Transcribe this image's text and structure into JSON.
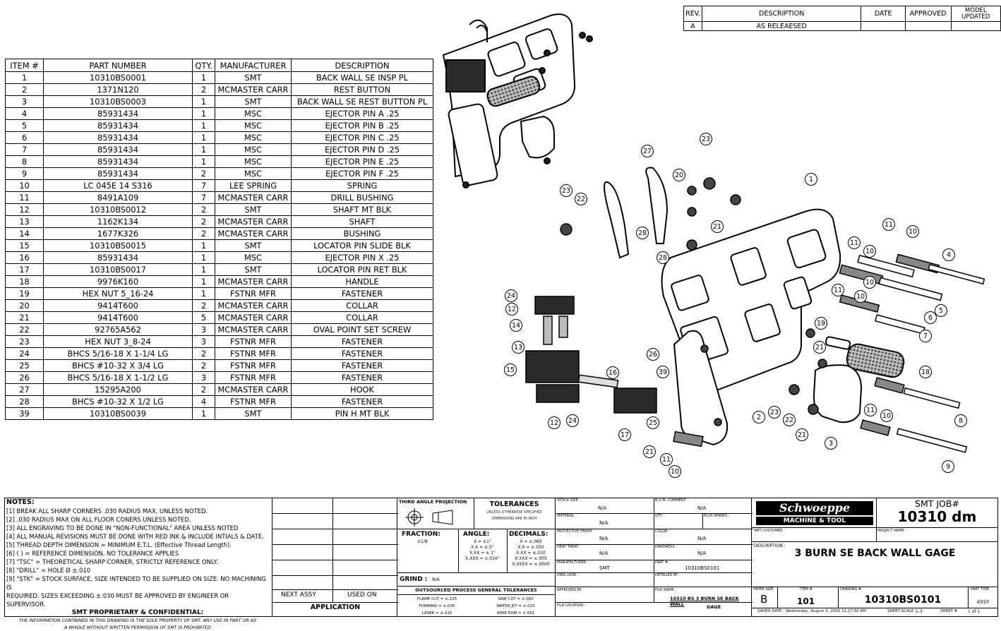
{
  "revision_table": {
    "headers": [
      "REV.",
      "DESCRIPTION",
      "DATE",
      "APPROVED",
      "MODEL UPDATED"
    ],
    "rows": [
      [
        "A",
        "AS RELEAESED",
        "",
        "",
        ""
      ]
    ]
  },
  "bom": {
    "headers": [
      "ITEM #",
      "PART NUMBER",
      "QTY.",
      "MANUFACTURER",
      "DESCRIPTION"
    ],
    "rows": [
      [
        "1",
        "10310BS0001",
        "1",
        "SMT",
        "BACK WALL SE INSP PL"
      ],
      [
        "2",
        "1371N120",
        "2",
        "MCMASTER CARR",
        "REST BUTTON"
      ],
      [
        "3",
        "10310BS0003",
        "1",
        "SMT",
        "BACK WALL SE REST BUTTON PL"
      ],
      [
        "4",
        "85931434",
        "1",
        "MSC",
        "EJECTOR PIN A .25"
      ],
      [
        "5",
        "85931434",
        "1",
        "MSC",
        "EJECTOR PIN B .25"
      ],
      [
        "6",
        "85931434",
        "1",
        "MSC",
        "EJECTOR PIN C .25"
      ],
      [
        "7",
        "85931434",
        "1",
        "MSC",
        "EJECTOR PIN D .25"
      ],
      [
        "8",
        "85931434",
        "1",
        "MSC",
        "EJECTOR PIN E .25"
      ],
      [
        "9",
        "85931434",
        "2",
        "MSC",
        "EJECTOR PIN F .25"
      ],
      [
        "10",
        "LC 045E 14 S316",
        "7",
        "LEE SPRING",
        "SPRING"
      ],
      [
        "11",
        "8491A109",
        "7",
        "MCMASTER CARR",
        "DRILL BUSHING"
      ],
      [
        "12",
        "10310BS0012",
        "2",
        "SMT",
        "SHAFT MT BLK"
      ],
      [
        "13",
        "1162K134",
        "2",
        "MCMASTER CARR",
        "SHAFT"
      ],
      [
        "14",
        "1677K326",
        "2",
        "MCMASTER CARR",
        "BUSHING"
      ],
      [
        "15",
        "10310BS0015",
        "1",
        "SMT",
        "LOCATOR PIN SLIDE BLK"
      ],
      [
        "16",
        "85931434",
        "1",
        "MSC",
        "EJECTOR PIN X .25"
      ],
      [
        "17",
        "10310BS0017",
        "1",
        "SMT",
        "LOCATOR PIN RET BLK"
      ],
      [
        "18",
        "9976K160",
        "1",
        "MCMASTER CARR",
        "HANDLE"
      ],
      [
        "19",
        "HEX NUT 5_16-24",
        "1",
        "FSTNR MFR",
        "FASTENER"
      ],
      [
        "20",
        "9414T600",
        "2",
        "MCMASTER CARR",
        "COLLAR"
      ],
      [
        "21",
        "9414T600",
        "5",
        "MCMASTER CARR",
        "COLLAR"
      ],
      [
        "22",
        "92765A562",
        "3",
        "MCMASTER CARR",
        "OVAL POINT SET SCREW"
      ],
      [
        "23",
        "HEX NUT 3_8-24",
        "3",
        "FSTNR MFR",
        "FASTENER"
      ],
      [
        "24",
        "BHCS 5/16-18 X 1-1/4 LG",
        "2",
        "FSTNR MFR",
        "FASTENER"
      ],
      [
        "25",
        "BHCS #10-32 X 3/4 LG",
        "2",
        "FSTNR MFR",
        "FASTENER"
      ],
      [
        "26",
        "BHCS 5/16-18 X 1-1/2 LG",
        "3",
        "FSTNR MFR",
        "FASTENER"
      ],
      [
        "27",
        "15295A200",
        "2",
        "MCMASTER CARR",
        "HOOK"
      ],
      [
        "28",
        "BHCS #10-32 X 1/2 LG",
        "4",
        "FSTNR MFR",
        "FASTENER"
      ],
      [
        "39",
        "10310BS0039",
        "1",
        "SMT",
        "PIN H MT BLK"
      ]
    ]
  },
  "callouts": [
    "1",
    "2",
    "3",
    "4",
    "5",
    "6",
    "7",
    "8",
    "9",
    "10",
    "10",
    "10",
    "10",
    "10",
    "10",
    "11",
    "11",
    "11",
    "11",
    "11",
    "12",
    "12",
    "13",
    "14",
    "15",
    "16",
    "17",
    "18",
    "19",
    "20",
    "21",
    "21",
    "21",
    "21",
    "22",
    "22",
    "23",
    "23",
    "23",
    "24",
    "24",
    "25",
    "26",
    "27",
    "28",
    "28",
    "39"
  ],
  "notes": {
    "heading": "NOTES:",
    "items": [
      "[1]  BREAK ALL SHARP CORNERS .030 RADIUS MAX, UNLESS NOTED.",
      "[2]  .030 RADIUS MAX ON ALL FLOOR CONERS UNLESS NOTED.",
      "[3]  ALL ENGRAVING TO BE DONE IN \"NON-FUNCTIONAL\" AREA UNLESS NOTED",
      "[4]  ALL MANUAL REVISIONS MUST BE DONE WITH RED INK & INCLUDE INTIALS & DATE.",
      "[5]  THREAD DEPTH DIMENSION = MINIMUM E.T.L. (Effective Thread Length).",
      "[6]  ( ) = REFERENCE DIMENSION, NO TOLERANCE APPLIES",
      "[7]  \"TSC\" = THEORETICAL SHARP CORNER, STRICTLY REFERENCE ONLY.",
      "[8]  \"DRILL\" = HOLE Ø ±.010",
      "[9]  \"STK\" = STOCK SURFACE, SIZE INTENDED TO BE SUPPLIED ON SIZE.  NO MACHINING IS",
      "REQUIRED.  SIZES EXCEEDING ±.030 MUST BE APPROVED BY ENGINEER OR SUPERVISOR."
    ],
    "proprietary": "SMT PROPRIETARY & CONFIDENTIAL:",
    "disclaimer_1": "THE INFORMATION CONTAINED IN THIS DRAWING IS THE SOLE PROPERTY OF SMT.  ANY USE IN PART OR AS",
    "disclaimer_2": "A WHOLE WITHOUT WRITTEN PERMISSION OF SMT IS PROHIBITED"
  },
  "application": {
    "next_assy": "NEXT ASSY",
    "used_on": "USED ON",
    "label": "APPLICATION"
  },
  "tolerances": {
    "projection": "THIRD ANGLE PROJECTION",
    "title": "TOLERANCES",
    "subtitle_1": "UNLESS OTHERWISE SPECIFIED",
    "subtitle_2": "DIMENSIONS ARE IN INCH",
    "fraction_label": "FRACTION:",
    "fraction_value": "±1/8",
    "angle_label": "ANGLE:",
    "angle_values": [
      "X = ±1°",
      "X.X = ±.5°",
      "X.XX = ±.1°",
      "X.XXX = ±.016°"
    ],
    "decimals_label": "DECIMALS:",
    "decimal_values": [
      "X = ±.060",
      "X.X = ±.030",
      "X.XX = ±.010",
      "X.XXX = ±.005",
      "X.XXXX = ±.0005"
    ],
    "grind_label": "GRIND :",
    "grind_value": "N/A",
    "outsourced": "OUTSOURCED PROCESS GENERAL TOLERANCES",
    "outsourced_rows": [
      [
        "FLAME CUT  =  ±.125",
        "SAW CUT  =  ±.060"
      ],
      [
        "FORMING  =  ±.030",
        "WATER JET  =  ±.015"
      ],
      [
        "LASER  =  ±.015",
        "WIRE EDM  =  ±.001"
      ]
    ]
  },
  "info": {
    "stock_size_label": "STOCK SIZE :",
    "stock_size": "N/A",
    "bom_comment_label": "B.O.M. COMMENT :",
    "bom_comment": "N/A",
    "material_label": "MATERIAL :",
    "material": "N/A",
    "qty_label": "QTY :",
    "plus_spares_label": "PLUS SPARES :",
    "finish_label": "PROTECTIVE FINISH :",
    "finish": "N/A",
    "color_label": "COLOR :",
    "color": "N/A",
    "heat_treat_label": "HEAT TREAT :",
    "heat_treat": "N/A",
    "hardness_label": "HARDNESS :",
    "hardness": "N/A",
    "manufacturer_label": "MANUFACTURER :",
    "manufacturer": "SMT",
    "part_label": "PART # :",
    "part": "10310BS0101",
    "dwg_lead_label": "DWG LEAD :",
    "detailed_by_label": "DETAILED BY :",
    "approved_by_label": "APPROVED BY :",
    "file_name_label": "FILE NAME :",
    "file_name": "10310 BS 3 BURN SE BACK WALL",
    "file_name_2": "GAGE",
    "file_location_label": "FILE LOCATION :"
  },
  "title_block": {
    "logo_line_1": "Schwoeppe",
    "logo_line_2": "MACHINE & TOOL",
    "job_label": "SMT JOB#",
    "job_number": "10310 dm",
    "customer_label": "SMT CUSTOMER :",
    "project_label": "PROJECT NAME :",
    "description_label": "DESCRIPTION :",
    "description": "3 BURN SE BACK WALL GAGE",
    "paper_size_label": "PAPER SIZE",
    "paper_size": "B",
    "item_label": "ITEM #",
    "item": "101",
    "drawing_label": "DRAWING #",
    "drawing": "10310BS0101",
    "part_type_label": "PART TYPE",
    "part_type": "ASSY",
    "saved_date": "SAVED DATE : Wednesday, August 5, 2020 11:27:50 AM",
    "sheet_scale_label": "SHEET SCALE :",
    "sheet_scale": "1:3",
    "sheet_label": "SHEET #",
    "sheet": "1 of 1"
  }
}
